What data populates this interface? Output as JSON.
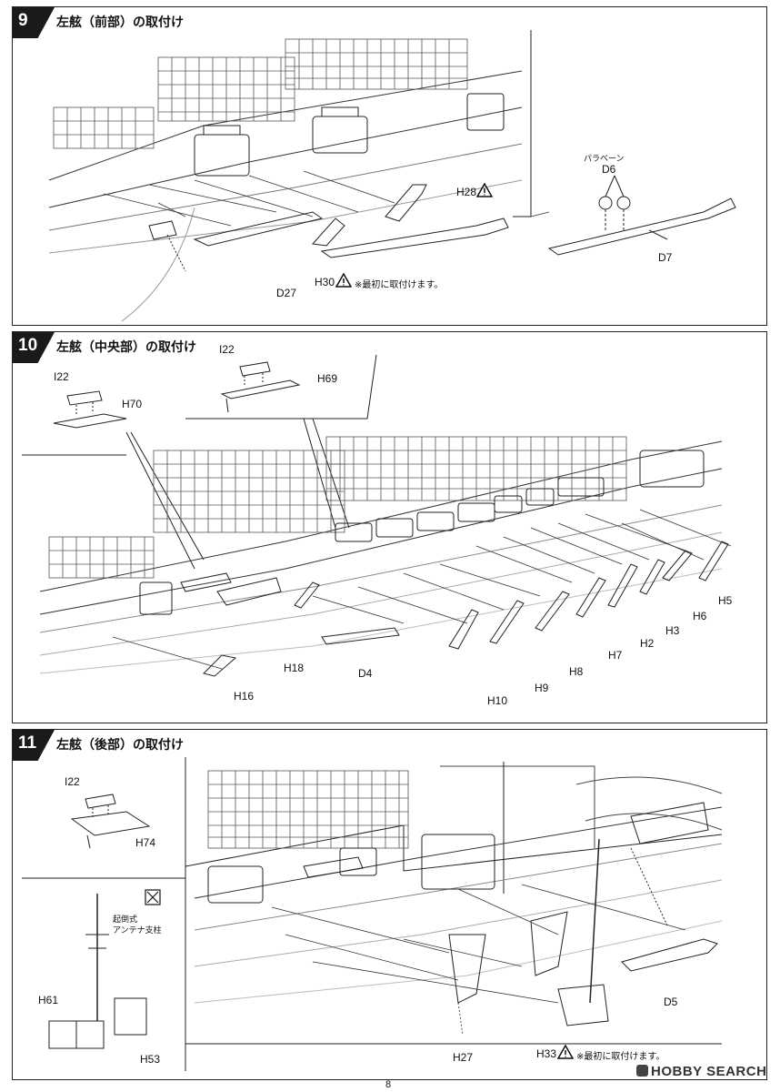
{
  "steps": [
    {
      "number": "9",
      "title": "左舷（前部）の取付け",
      "labels": {
        "h28": "H28",
        "d27": "D27",
        "h30": "H30",
        "note": "※最初に取付けます。",
        "paravane": "パラベーン",
        "d6": "D6",
        "d7": "D7"
      }
    },
    {
      "number": "10",
      "title": "左舷（中央部）の取付け",
      "labels": {
        "i22a": "I22",
        "h70": "H70",
        "i22b": "I22",
        "h69": "H69",
        "h5": "H5",
        "h6": "H6",
        "h3": "H3",
        "h2": "H2",
        "h7": "H7",
        "h8": "H8",
        "h9": "H9",
        "h10": "H10",
        "h18": "H18",
        "d4": "D4",
        "h16": "H16"
      }
    },
    {
      "number": "11",
      "title": "左舷（後部）の取付け",
      "labels": {
        "i22": "I22",
        "h74": "H74",
        "antenna_line1": "起倒式",
        "antenna_line2": "アンテナ支柱",
        "h61": "H61",
        "h53": "H53",
        "d5": "D5",
        "h27": "H27",
        "h33": "H33",
        "note": "※最初に取付けます。"
      }
    }
  ],
  "footer": {
    "page_number": "8",
    "brand": "HOBBY SEARCH"
  }
}
